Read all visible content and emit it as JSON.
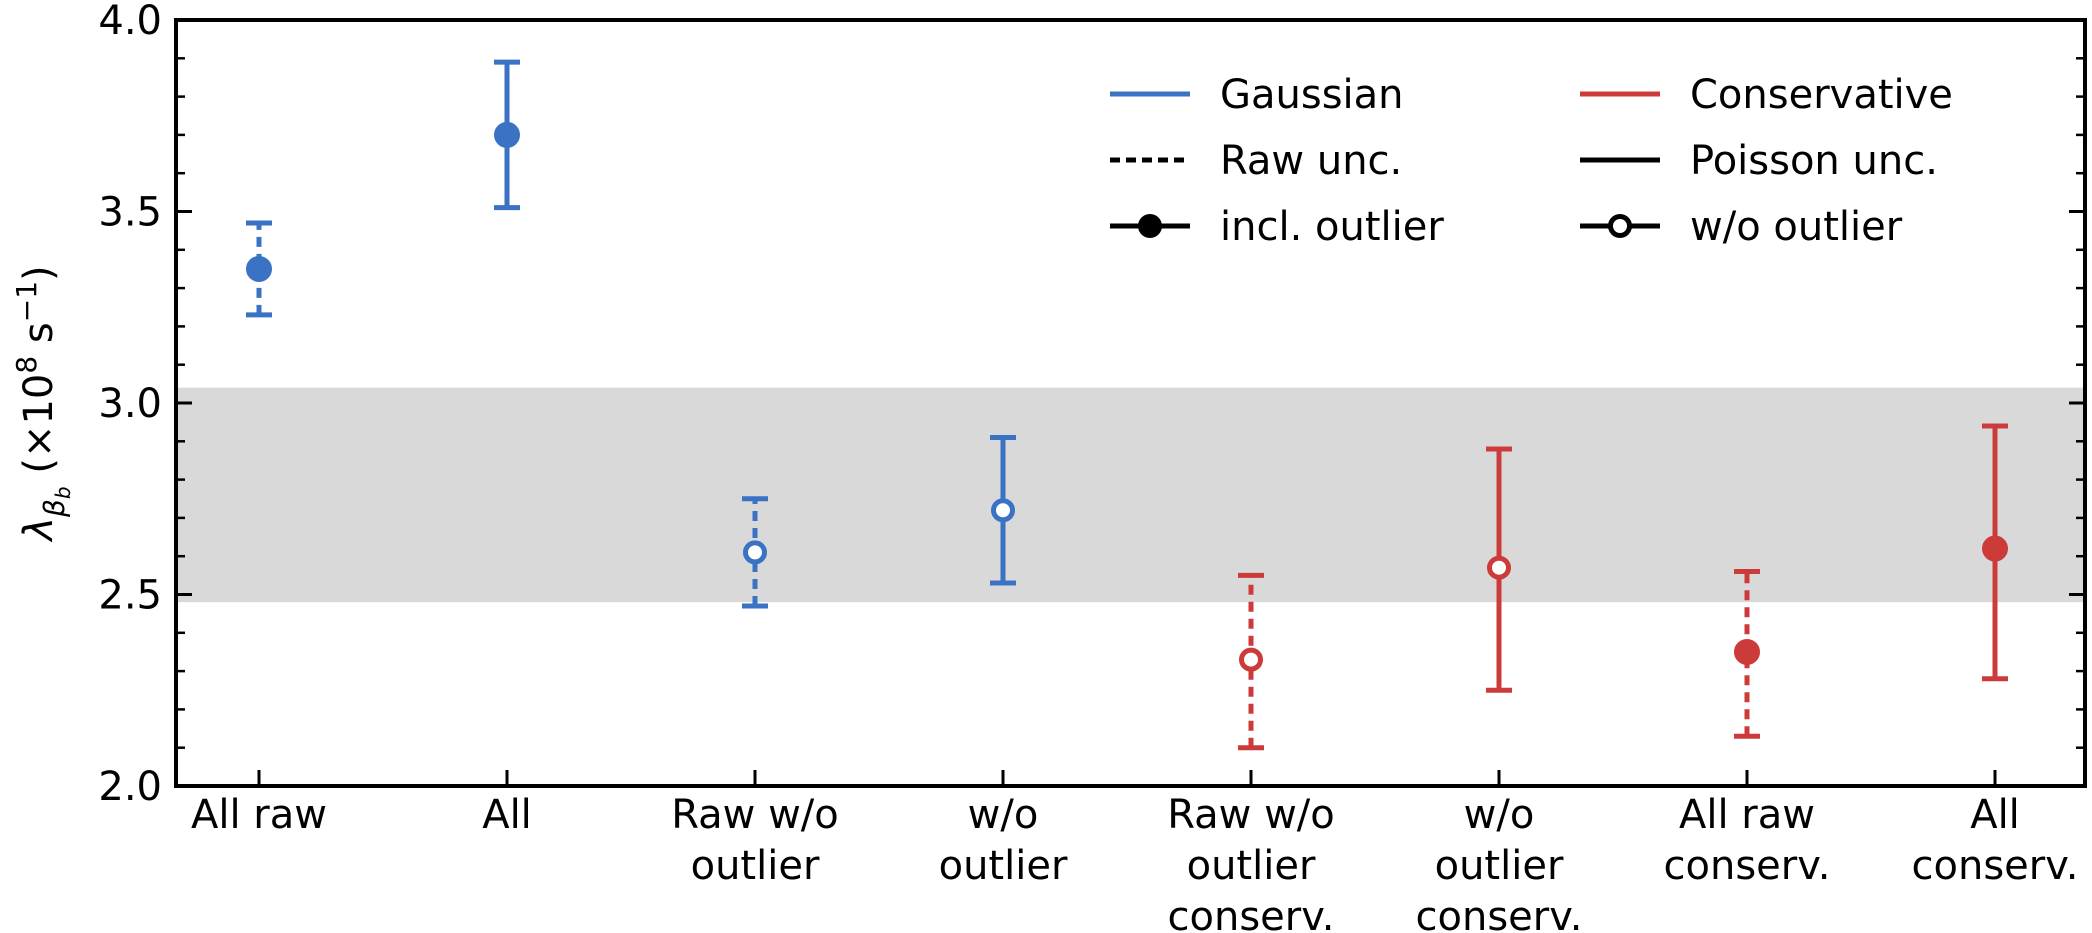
{
  "chart_data": {
    "type": "scatter",
    "title": "",
    "xlabel": "",
    "ylabel": {
      "symbol": "λ",
      "subscript": "β",
      "subsubscript": "b",
      "prefix": " (×10",
      "exp": "8",
      "mid": " s",
      "exp2": "−1",
      "suffix": ")"
    },
    "ylim": [
      2.0,
      4.0
    ],
    "yticks": [
      "2.0",
      "2.5",
      "3.0",
      "3.5",
      "4.0"
    ],
    "band": {
      "low": 2.48,
      "high": 3.04,
      "color": "#d9d9d9"
    },
    "colors": {
      "gaussian": "#3a72c4",
      "conservative": "#cc3a3a",
      "legend_key": "#000000"
    },
    "categories": [
      [
        "All raw"
      ],
      [
        "All"
      ],
      [
        "Raw w/o",
        "outlier"
      ],
      [
        "w/o",
        "outlier"
      ],
      [
        "Raw w/o",
        "outlier",
        "conserv."
      ],
      [
        "w/o",
        "outlier",
        "conserv."
      ],
      [
        "All raw",
        "conserv."
      ],
      [
        "All",
        "conserv."
      ]
    ],
    "points": [
      {
        "value": 3.35,
        "low": 3.23,
        "high": 3.47,
        "method": "gaussian",
        "unc": "raw",
        "outlier": true
      },
      {
        "value": 3.7,
        "low": 3.51,
        "high": 3.89,
        "method": "gaussian",
        "unc": "poisson",
        "outlier": true
      },
      {
        "value": 2.61,
        "low": 2.47,
        "high": 2.75,
        "method": "gaussian",
        "unc": "raw",
        "outlier": false
      },
      {
        "value": 2.72,
        "low": 2.53,
        "high": 2.91,
        "method": "gaussian",
        "unc": "poisson",
        "outlier": false
      },
      {
        "value": 2.33,
        "low": 2.1,
        "high": 2.55,
        "method": "conservative",
        "unc": "raw",
        "outlier": false
      },
      {
        "value": 2.57,
        "low": 2.25,
        "high": 2.88,
        "method": "conservative",
        "unc": "poisson",
        "outlier": false
      },
      {
        "value": 2.35,
        "low": 2.13,
        "high": 2.56,
        "method": "conservative",
        "unc": "raw",
        "outlier": true
      },
      {
        "value": 2.62,
        "low": 2.28,
        "high": 2.94,
        "method": "conservative",
        "unc": "poisson",
        "outlier": true
      }
    ],
    "legend": {
      "placement": "top-right",
      "entries": [
        {
          "label": "Gaussian",
          "style": "gaussian-line"
        },
        {
          "label": "Raw unc.",
          "style": "dashed-line"
        },
        {
          "label": "incl. outlier",
          "style": "filled-marker"
        },
        {
          "label": "Conservative",
          "style": "conservative-line"
        },
        {
          "label": "Poisson unc.",
          "style": "solid-line"
        },
        {
          "label": "w/o outlier",
          "style": "open-marker"
        }
      ]
    }
  }
}
